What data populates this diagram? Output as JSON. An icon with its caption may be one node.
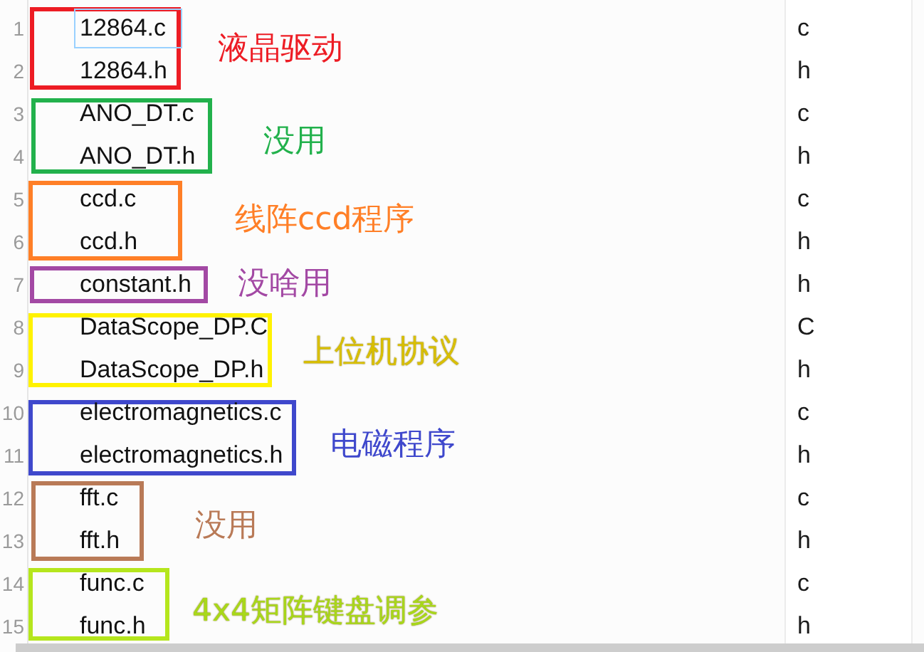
{
  "diagram": {
    "nodes": [
      {
        "text": [
          "12864.c",
          "12864.h"
        ],
        "beside": [
          "液晶驱动"
        ]
      },
      {
        "text": [
          "ANO_DT.c",
          "ANO_DT.h"
        ],
        "beside": [
          "没用"
        ]
      },
      {
        "text": [
          "ccd.c",
          "ccd.h"
        ],
        "beside": [
          "线阵ccd程序"
        ]
      },
      {
        "text": [
          "constant.h"
        ],
        "beside": [
          "没啥用"
        ]
      },
      {
        "text": [
          "DataScope_DP.C",
          "DataScope_DP.h"
        ],
        "beside": [
          "上位机协议"
        ]
      },
      {
        "text": [
          "electromagnetics.c",
          "electromagnetics.h"
        ],
        "beside": [
          "电磁程序"
        ]
      },
      {
        "text": [
          "fft.c",
          "fft.h"
        ],
        "beside": [
          "没用"
        ]
      },
      {
        "text": [
          "func.c",
          "func.h"
        ],
        "beside": [
          "4x4矩阵键盘调参"
        ]
      }
    ],
    "labels": [
      "1",
      "c",
      "2",
      "h",
      "3",
      "c",
      "4",
      "h",
      "5",
      "c",
      "6",
      "h",
      "7",
      "h",
      "8",
      "C",
      "9",
      "h",
      "10",
      "c",
      "11",
      "h",
      "12",
      "c",
      "13",
      "h",
      "14",
      "c",
      "15",
      "h"
    ]
  }
}
